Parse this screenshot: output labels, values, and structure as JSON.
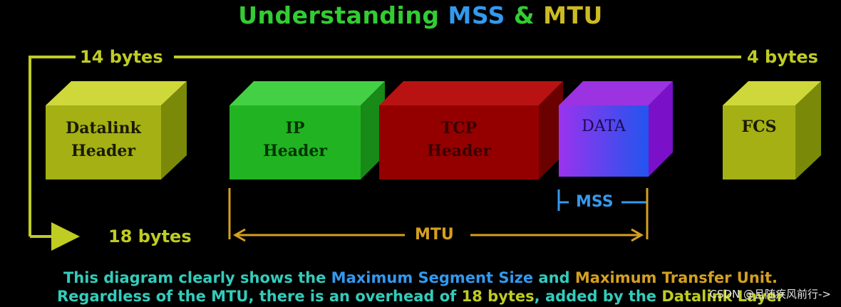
{
  "title": {
    "part1": "Understanding",
    "part2": "MSS",
    "part3": "&",
    "part4": "MTU"
  },
  "labels": {
    "left_top": "14 bytes",
    "right_top": "4 bytes",
    "left_bottom": "18 bytes",
    "mss": "MSS",
    "mtu": "MTU"
  },
  "boxes": {
    "datalink": "Datalink\nHeader",
    "ip": "IP\nHeader",
    "tcp": "TCP\nHeader",
    "data": "DATA",
    "fcs": "FCS"
  },
  "caption": {
    "l1a": "This diagram clearly shows the ",
    "l1b": "Maximum Segment Size",
    "l1c": " and ",
    "l1d": "Maximum Transfer Unit.",
    "l2a": "Regardless of the MTU, there is an overhead of ",
    "l2b": "18 bytes",
    "l2c": ", added by the ",
    "l2d": "Datalink Layer"
  },
  "watermark": "CSDN @且随疾风前行->",
  "colors": {
    "green_title": "#33cc33",
    "blue_title": "#3399ee",
    "olive": "#bfcc22",
    "gold": "#d4a020",
    "mss_blue": "#3399ee",
    "caption_teal": "#33ccbb"
  }
}
